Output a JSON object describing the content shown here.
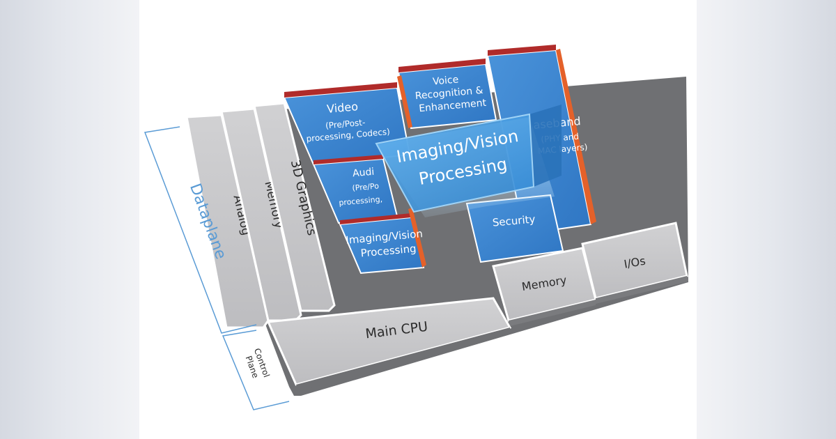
{
  "diagram": {
    "labels": {
      "dataplane": "Dataplane",
      "control_plane_1": "Control",
      "control_plane_2": "Plane",
      "analog": "Analog",
      "memory_left": "Memory",
      "graphics_3d": "3D Graphics",
      "video_title": "Video",
      "video_sub_1": "(Pre/Post-",
      "video_sub_2": "processing, Codecs)",
      "voice_1": "Voice",
      "voice_2": "Recognition &",
      "voice_3": "Enhancement",
      "baseband_title": "aseband",
      "baseband_sub_1": "(PHY and",
      "baseband_sub_2": "MAC layers)",
      "audio_title": "Audi",
      "audio_sub_1": "(Pre/Po",
      "audio_sub_2": "processing,",
      "imaging_small_1": "Imaging/Vision",
      "imaging_small_2": "Processing",
      "security": "Security",
      "main_cpu": "Main CPU",
      "memory_bottom": "Memory",
      "ios": "I/Os",
      "imaging_big_1": "Imaging/Vision",
      "imaging_big_2": "Processing"
    },
    "colors": {
      "gray_block": "#c9c9cb",
      "gray_dark": "#8a8b8e",
      "blue_block": "#3d85cf",
      "orange_edge": "#e4612a",
      "red_edge": "#b02b2a",
      "bracket": "#5a9bd5",
      "text_dark": "#2b2b2b",
      "text_white": "#ffffff"
    }
  }
}
